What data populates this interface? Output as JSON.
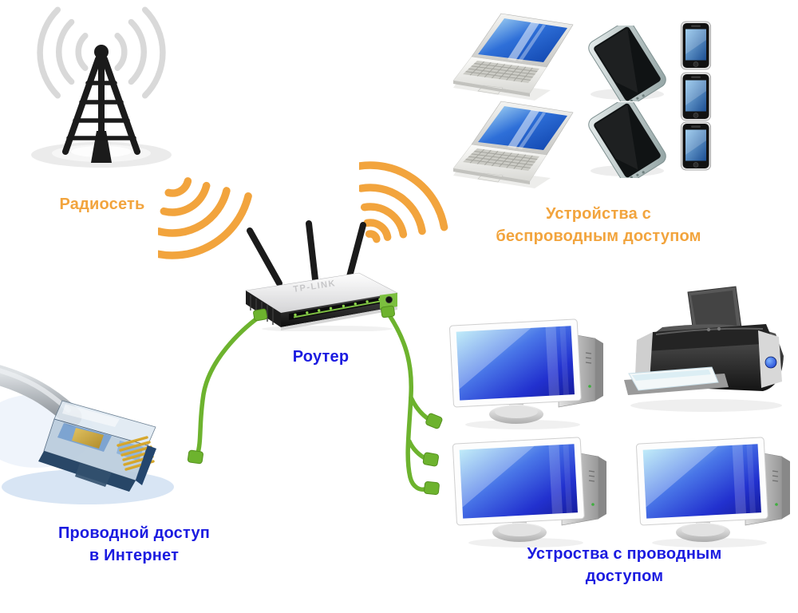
{
  "labels": {
    "radio_network": "Радиосеть",
    "router": "Роутер",
    "wireless_devices_line1": "Устройства с",
    "wireless_devices_line2": "беспроводным доступом",
    "wired_internet_line1": "Проводной доступ",
    "wired_internet_line2": "в Интернет",
    "wired_devices_line1": "Устроства с проводным",
    "wired_devices_line2": "доступом"
  },
  "router_brand": "TP-LINK",
  "colors": {
    "wireless_orange": "#F2A43D",
    "wired_blue": "#1B1BE0",
    "cable_green": "#6DB32E",
    "cable_green_dark": "#55901F",
    "wave_gray": "#D9D9D9",
    "tower_black": "#1B1B1B",
    "led_green": "#8BD34A"
  },
  "device_counts": {
    "laptops": 2,
    "tablets": 2,
    "smartphones": 3,
    "desktop_computers": 3,
    "printers": 1
  },
  "icons": {
    "radio_tower": "radio-tower-icon",
    "wifi_waves": "wifi-waves-icon",
    "router": "wireless-router-icon",
    "laptop": "laptop-icon",
    "tablet": "tablet-icon",
    "smartphone": "smartphone-icon",
    "ethernet_plug": "ethernet-cable-icon",
    "desktop": "desktop-computer-icon",
    "printer": "printer-icon",
    "lan_cable": "lan-cable"
  }
}
